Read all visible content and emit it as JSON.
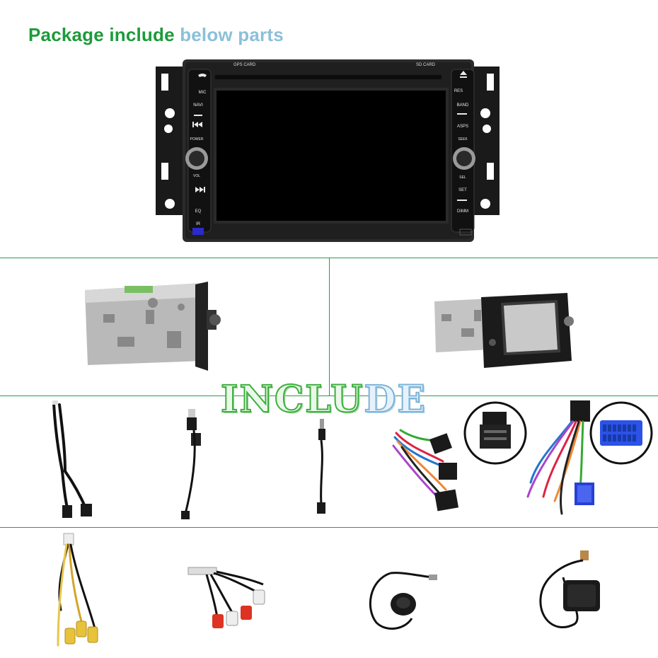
{
  "heading": {
    "part1": "Package include",
    "part2": " below parts"
  },
  "head_unit": {
    "top_labels": [
      "GPS CARD",
      "SD CARD"
    ],
    "left_buttons": [
      "MIC",
      "NAVI",
      "POWER",
      "VOL",
      "EQ",
      "IR"
    ],
    "right_buttons": [
      "RES",
      "BAND",
      "ASPS",
      "SEEK",
      "SEL",
      "SET",
      "DIMM"
    ]
  },
  "banner": {
    "part1": "INCLU",
    "part2": "DE"
  },
  "colors": {
    "heading_green": "#1c9b3a",
    "heading_blue": "#8cc0d8",
    "divider_green": "#2e9a4a"
  }
}
